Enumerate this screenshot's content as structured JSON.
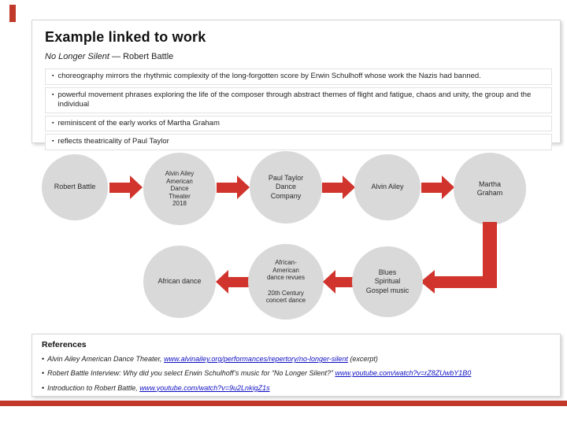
{
  "slide": {
    "title": "Example linked to work",
    "subtitle_italic": "No Longer Silent",
    "subtitle_rest": " — Robert Battle",
    "bullets": [
      "choreography mirrors the rhythmic complexity of the long-forgotten score by Erwin Schulhoff whose work the Nazis had banned.",
      "powerful movement phrases exploring the life of the composer through abstract themes of flight and fatigue, chaos and unity, the group and the individual",
      "reminiscent of the early works of Martha Graham",
      "reflects theatricality of Paul Taylor"
    ]
  },
  "diagram": {
    "row1": [
      {
        "label": "Robert Battle"
      },
      {
        "label": "Alvin Ailey\nAmerican\nDance\nTheater\n2018"
      },
      {
        "label": "Paul Taylor\nDance\nCompany"
      },
      {
        "label": "Alvin Ailey"
      },
      {
        "label": "Martha\nGraham"
      }
    ],
    "row2": [
      {
        "label": "African dance"
      },
      {
        "label": "African-\nAmerican\ndance revues\n\n20th Century\nconcert dance"
      },
      {
        "label": "Blues\nSpiritual\nGospel music"
      }
    ]
  },
  "references": {
    "heading": "References",
    "items": [
      {
        "text": "Alvin Ailey American Dance Theater, ",
        "link": "www.alvinailey.org/performances/repertory/no-longer-silent",
        "suffix": " (excerpt)"
      },
      {
        "text": "Robert Battle Interview: Why did you select Erwin Schulhoff’s music for “No Longer Silent?” ",
        "link": "www.youtube.com/watch?v=rZ8ZUwbY1B0",
        "suffix": ""
      },
      {
        "text": "Introduction to Robert Battle, ",
        "link": "www.youtube.com/watch?v=9u2LnkigZ1s",
        "suffix": ""
      }
    ]
  },
  "colors": {
    "accent_red": "#c0392b",
    "arrow_red": "#d0342c",
    "circle_gray": "#d9d9d9",
    "link_blue": "#0f0fc4",
    "box_border_gray": "#d6d6d6"
  }
}
